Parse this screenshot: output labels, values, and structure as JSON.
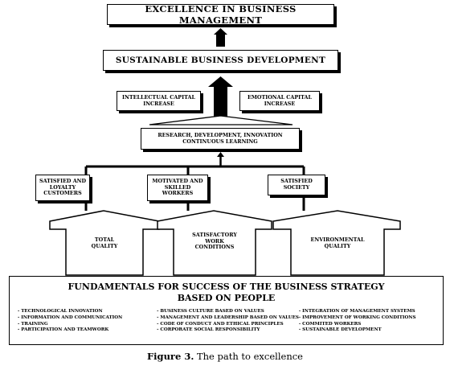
{
  "boxes": {
    "excellence": "EXCELLENCE IN BUSINESS MANAGEMENT",
    "sustainable": "SUSTAINABLE BUSINESS DEVELOPMENT",
    "intellectual_1": "INTELLECTUAL CAPITAL",
    "intellectual_2": "INCREASE",
    "emotional_1": "EMOTIONAL CAPITAL",
    "emotional_2": "INCREASE",
    "rdi_1": "RESEARCH, DEVELOPMENT, INNOVATION",
    "rdi_2": "CONTINUOUS LEARNING",
    "customers_1": "SATISFIED AND",
    "customers_2": "LOYALTY",
    "customers_3": "CUSTOMERS",
    "workers_1": "MOTIVATED AND",
    "workers_2": "SKILLED",
    "workers_3": "WORKERS",
    "society_1": "SATISFIED",
    "society_2": "SOCIETY"
  },
  "pillars": {
    "quality_1": "TOTAL",
    "quality_2": "QUALITY",
    "work_1": "SATISFACTORY",
    "work_2": "WORK",
    "work_3": "CONDITIONS",
    "env_1": "ENVIRONMENTAL",
    "env_2": "QUALITY"
  },
  "foundation": {
    "title_1": "FUNDAMENTALS FOR SUCCESS OF THE BUSINESS STRATEGY",
    "title_2": "BASED ON PEOPLE",
    "col1": [
      "- TECHNOLOGICAL INNOVATION",
      "- INFORMATION AND COMMUNICATION",
      "- TRAINING",
      "- PARTICIPATION AND TEAMWORK"
    ],
    "col2": [
      "- BUSINESS CULTURE BASED ON VALUES",
      "- MANAGEMENT AND LEADERSHIP BASED ON VALUES",
      "- CODE OF CONDUCT AND ETHICAL PRINCIPLES",
      "- CORPORATE SOCIAL RESPONSIBILITY"
    ],
    "col3": [
      "- INTEGRATION OF MANAGEMENT SYSTEMS",
      "- IMPROVEMENT OF WORKING CONDITIONS",
      "- COMMITED WORKERS",
      "- SUSTAINABLE DEVELOPMENT"
    ]
  },
  "caption": {
    "label": "Figure 3.",
    "text": " The path to excellence"
  }
}
